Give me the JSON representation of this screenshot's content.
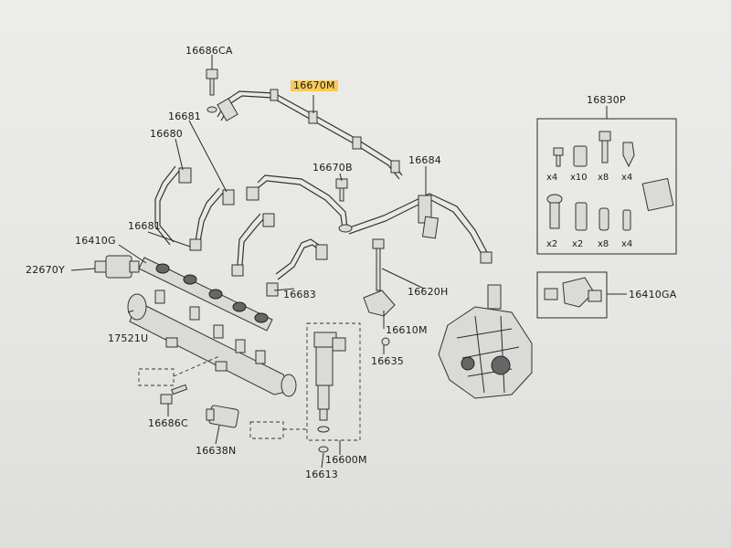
{
  "labels": {
    "p16686CA": "16686CA",
    "p16670M": "16670M",
    "p16681a": "16681",
    "p16680": "16680",
    "p16670B": "16670B",
    "p16684": "16684",
    "p16681b": "16681",
    "p16410G": "16410G",
    "p22670Y": "22670Y",
    "p16683": "16683",
    "p16620H": "16620H",
    "p17521U": "17521U",
    "p16610M": "16610M",
    "p16635": "16635",
    "p16686C": "16686C",
    "p16638N": "16638N",
    "p16600M": "16600M",
    "p16613": "16613",
    "p16830P": "16830P",
    "p16410GA": "16410GA"
  },
  "kit_quantities": {
    "top": [
      "x4",
      "x10",
      "x8",
      "x4"
    ],
    "bottom": [
      "x2",
      "x2",
      "x8",
      "x4"
    ]
  },
  "colors": {
    "highlight": "#fcc43c",
    "line": "#2a2a2a",
    "background": "#e9e9e7"
  }
}
